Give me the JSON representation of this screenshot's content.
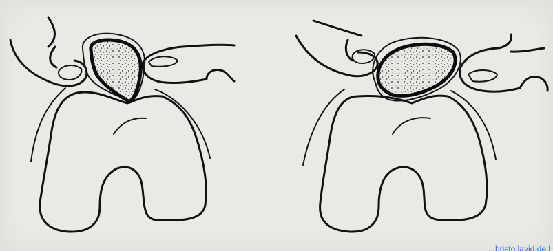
{
  "figure": {
    "panels": [
      {
        "id": "left"
      },
      {
        "id": "right"
      }
    ],
    "colors": {
      "background": "#e9e9e6",
      "ink": "#121212",
      "stipple": "#2a2a2a",
      "watermark": "#3b6fd6"
    },
    "watermark_text": "...bristo.lavid.de.l"
  }
}
